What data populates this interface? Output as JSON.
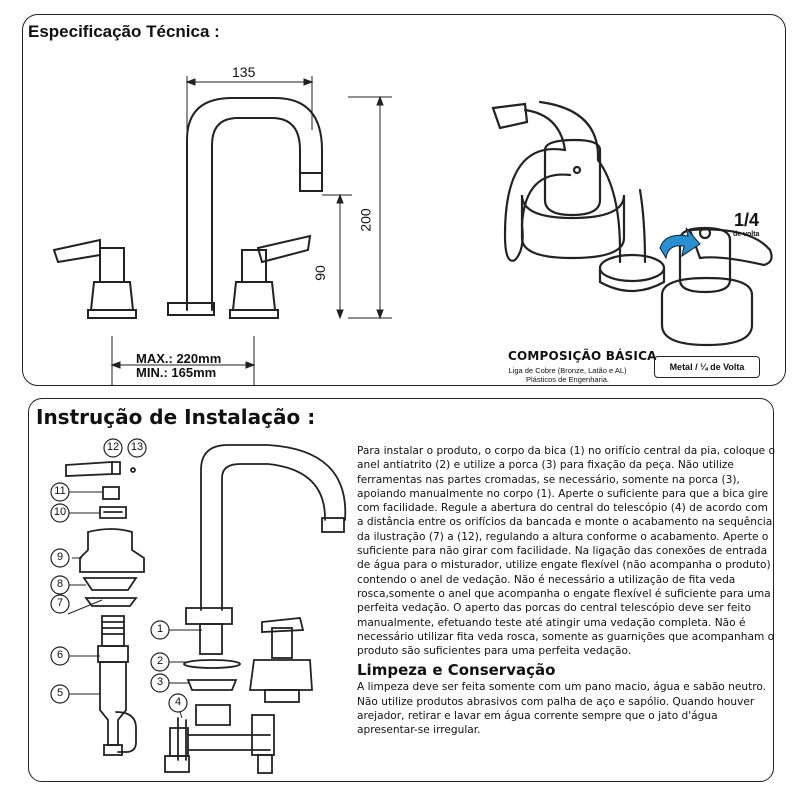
{
  "spec": {
    "title": "Especificação Técnica :",
    "dim_width": "135",
    "dim_height": "200",
    "dim_spout": "90",
    "max": "MAX.: 220mm",
    "min": "MIN.: 165mm",
    "quarter": "1/4",
    "quarter_sub": "de volta",
    "composition_title": "COMPOSIÇÃO BÁSICA",
    "composition_line1": "Liga de Cobre (Bronze, Latão e AL)",
    "composition_line2": "Plásticos de Engenharia.",
    "badge": "Metal / ¼ de Volta"
  },
  "install": {
    "title": "Instrução de Instalação :",
    "paragraph1": "Para instalar o produto, o corpo da bica (1) no orifício central da pia, coloque o anel antiatrito (2) e utilize a porca (3) para fixação da peça. Não utilize ferramentas nas partes cromadas, se necessário, somente na porca (3), apoiando manualmente no corpo (1). Aperte o suficiente para que a bica gire com facilidade. Regule a abertura do central do telescópio (4) de acordo com a distância entre os orifícios da bancada e monte o acabamento na sequência da ilustração (7) a (12), regulando a altura conforme o acabamento. Aperte o suficiente para não girar com facilidade. Na ligação das conexões de entrada de água para o misturador, utilize engate flexível (não acompanha o produto) contendo o anel de vedação. Não é necessário a utilização de fita veda rosca,somente o anel que acompanha o engate flexível é suficiente para uma perfeita vedação. O aperto das porcas do central telescópio deve ser feito manualmente, efetuando teste até atingir uma vedação completa. Não é necessário utilizar fita veda rosca, somente as guarnições que acompanham o produto são suficientes para uma perfeita vedação.",
    "clean_title": "Limpeza e Conservação",
    "paragraph2": "A limpeza deve ser feita somente com um pano macio, água e sabão neutro. Não utilize produtos abrasivos com palha de aço e sapólio. Quando houver arejador, retirar e lavar em água corrente sempre que o jato d'água apresentar-se irregular.",
    "parts": [
      "12",
      "13",
      "11",
      "10",
      "9",
      "8",
      "7",
      "6",
      "5",
      "1",
      "2",
      "3",
      "4"
    ]
  }
}
